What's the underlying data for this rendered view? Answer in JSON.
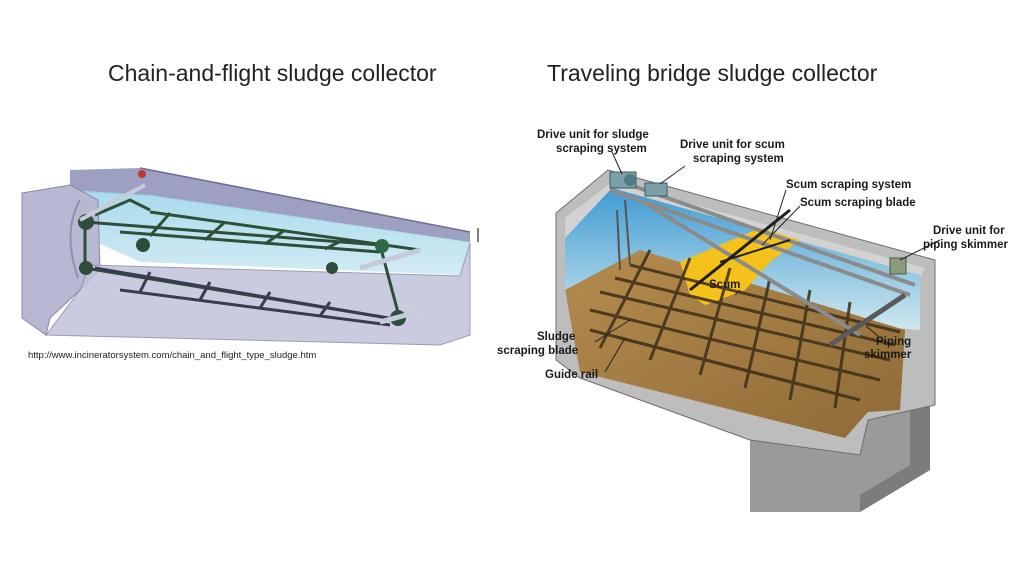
{
  "titles": {
    "left": "Chain-and-flight sludge collector",
    "right": "Traveling bridge sludge collector"
  },
  "left_diagram": {
    "source_url": "http://www.incineratorsystem.com/chain_and_flight_type_sludge.htm"
  },
  "right_diagram": {
    "labels": {
      "drive_sludge_line1": "Drive unit for sludge",
      "drive_sludge_line2": "scraping system",
      "drive_scum_line1": "Drive unit for scum",
      "drive_scum_line2": "scraping system",
      "scum_system": "Scum scraping system",
      "scum_blade": "Scum scraping blade",
      "drive_piping_line1": "Drive unit for",
      "drive_piping_line2": "piping skimmer",
      "scum": "Scum",
      "sludge_blade_line1": "Sludge",
      "sludge_blade_line2": "scraping blade",
      "guide_rail": "Guide rail",
      "piping_line1": "Piping",
      "piping_line2": "skimmer"
    }
  },
  "colors": {
    "tank_wall": "#b3b3cc",
    "water": "#aad8e6",
    "sludge": "#a8844f",
    "scum": "#f5c419",
    "concrete": "#9c9c9c"
  }
}
